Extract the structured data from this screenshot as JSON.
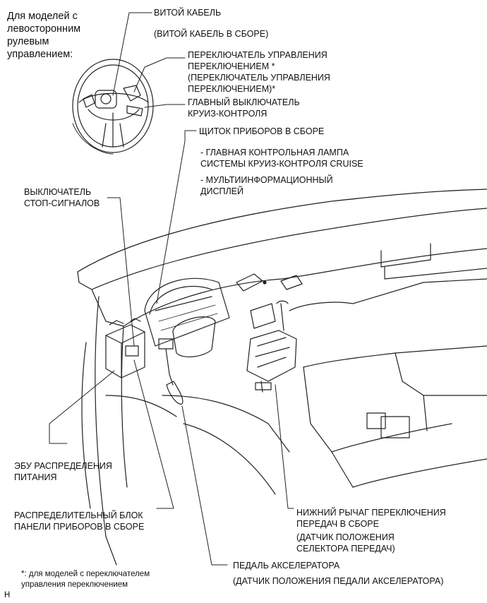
{
  "lhd_note": [
    "Для моделей с",
    "левосторонним",
    "рулевым",
    "управлением:"
  ],
  "labels": {
    "spiral_cable": "ВИТОЙ КАБЕЛЬ",
    "spiral_cable_assy": "(ВИТОЙ КАБЕЛЬ В СБОРЕ)",
    "shift_switch": [
      "ПЕРЕКЛЮЧАТЕЛЬ УПРАВЛЕНИЯ",
      "ПЕРЕКЛЮЧЕНИЕМ *"
    ],
    "shift_switch_assy": [
      "(ПЕРЕКЛЮЧАТЕЛЬ УПРАВЛЕНИЯ",
      "ПЕРЕКЛЮЧЕНИЕМ)*"
    ],
    "cruise_main_switch": [
      "ГЛАВНЫЙ ВЫКЛЮЧАТЕЛЬ",
      "КРУИЗ-КОНТРОЛЯ"
    ],
    "combination_meter": "ЩИТОК ПРИБОРОВ В СБОРЕ",
    "cruise_indicator": [
      "- ГЛАВНАЯ КОНТРОЛЬНАЯ ЛАМПА",
      "СИСТЕМЫ КРУИЗ-КОНТРОЛЯ CRUISE"
    ],
    "multi_display": [
      "- МУЛЬТИИНФОРМАЦИОННЫЙ",
      "ДИСПЛЕЙ"
    ],
    "stop_lamp_switch": [
      "ВЫКЛЮЧАТЕЛЬ",
      "СТОП-СИГНАЛОВ"
    ],
    "power_ecu": [
      "ЭБУ РАСПРЕДЕЛЕНИЯ",
      "ПИТАНИЯ"
    ],
    "junction_block": [
      "РАСПРЕДЕЛИТЕЛЬНЫЙ БЛОК",
      "ПАНЕЛИ ПРИБОРОВ В СБОРЕ"
    ],
    "shift_lever": [
      "НИЖНИЙ РЫЧАГ ПЕРЕКЛЮЧЕНИЯ",
      "ПЕРЕДАЧ В СБОРЕ"
    ],
    "shift_sensor": [
      "(ДАТЧИК ПОЛОЖЕНИЯ",
      "СЕЛЕКТОРА ПЕРЕДАЧ)"
    ],
    "accel_pedal": "ПЕДАЛЬ АКСЕЛЕРАТОРА",
    "accel_sensor": "(ДАТЧИК ПОЛОЖЕНИЯ ПЕДАЛИ АКСЕЛЕРАТОРА)"
  },
  "footnote": [
    "*: для моделей с переключателем",
    "управления переключением"
  ],
  "corner_code": "H"
}
